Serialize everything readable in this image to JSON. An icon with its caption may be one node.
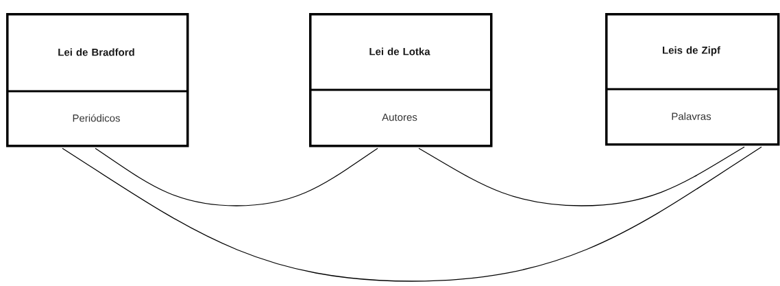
{
  "diagram": {
    "nodes": [
      {
        "text": [
          "Lei de Bradford",
          "Periódicos"
        ]
      },
      {
        "text": [
          "Lei de Lotka",
          "Autores"
        ]
      },
      {
        "text": [
          "Leis de Zipf",
          "Palavras"
        ]
      }
    ],
    "edges": [
      {
        "from": 0,
        "to": 1,
        "arrow": "none"
      },
      {
        "from": 1,
        "to": 2,
        "arrow": "none"
      },
      {
        "from": 0,
        "to": 2,
        "arrow": "none"
      }
    ]
  }
}
